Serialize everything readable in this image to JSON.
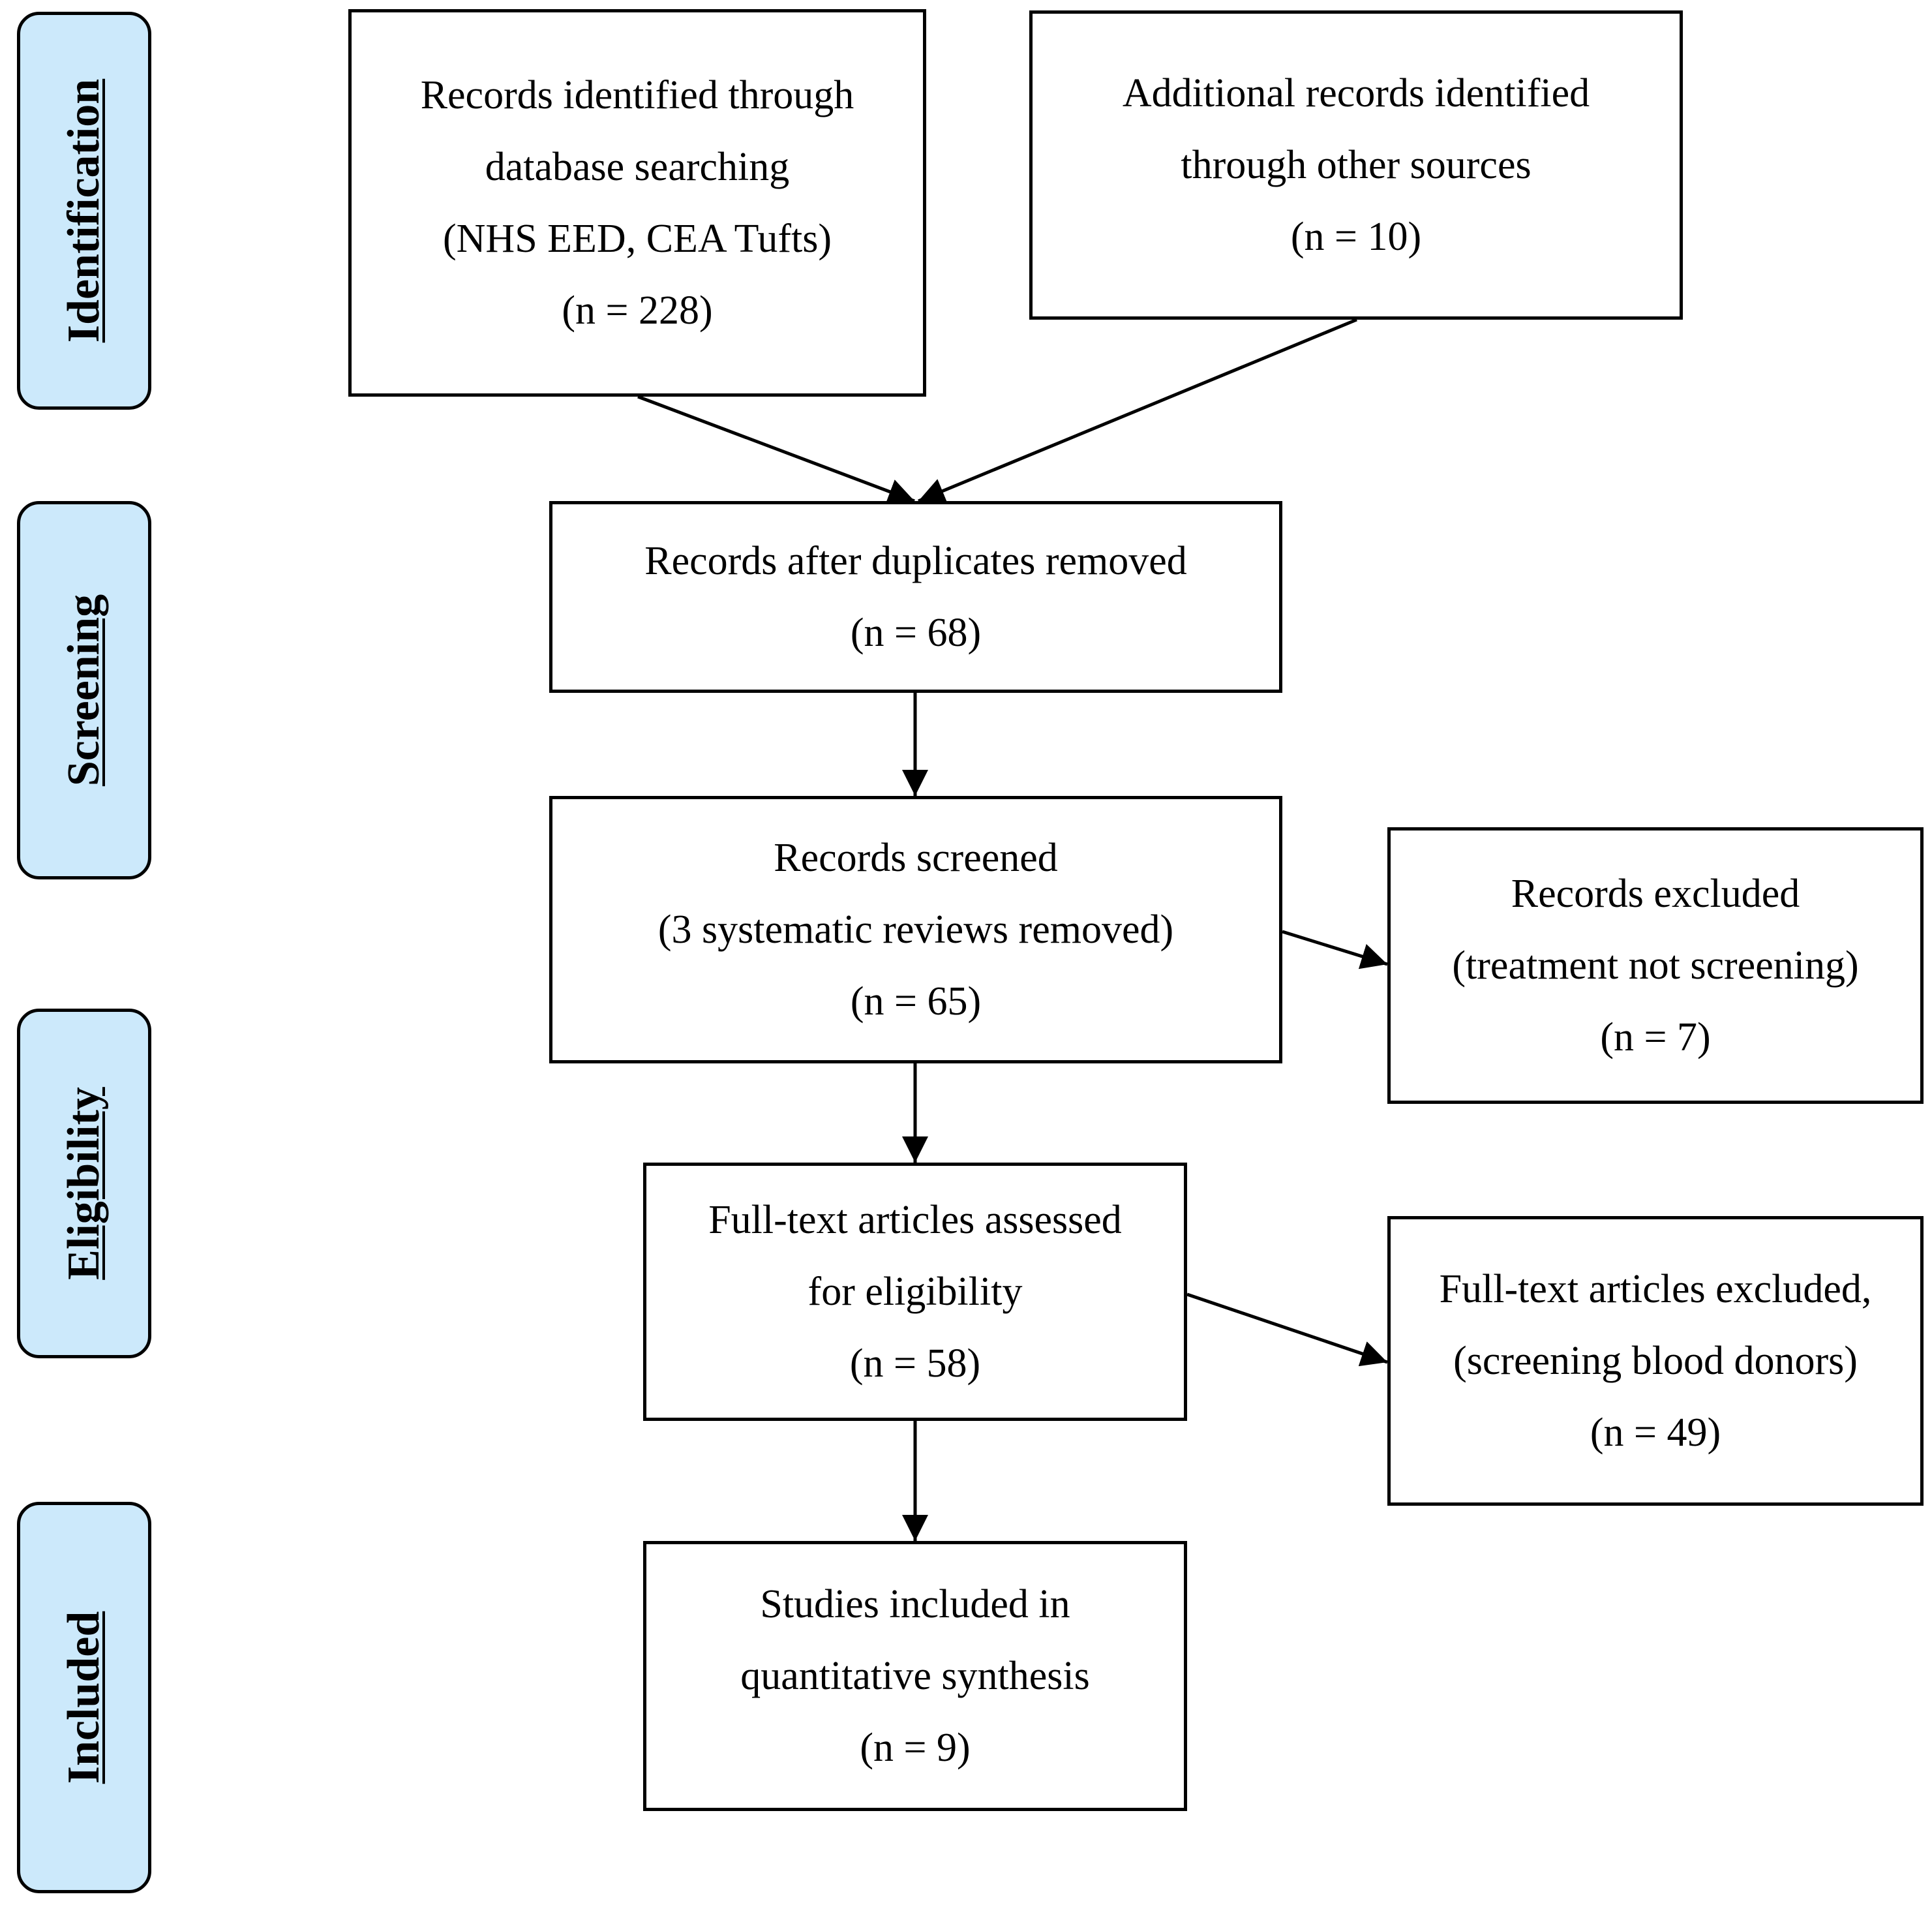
{
  "stages": {
    "identification": "Identification",
    "screening": "Screening",
    "eligibility": "Eligibility",
    "included": "Included"
  },
  "boxes": {
    "database_records": [
      "Records identified through",
      "database searching",
      "(NHS EED, CEA Tufts)",
      "(n = 228)"
    ],
    "other_records": [
      "Additional records identified",
      "through other sources",
      "(n = 10)"
    ],
    "after_duplicates": [
      "Records after duplicates removed",
      "(n = 68)"
    ],
    "screened": [
      "Records screened",
      "(3 systematic reviews removed)",
      "(n = 65)"
    ],
    "excluded": [
      "Records excluded",
      "(treatment not screening)",
      "(n = 7)"
    ],
    "full_text_assessed": [
      "Full-text articles assessed",
      "for eligibility",
      "(n = 58)"
    ],
    "full_text_excluded": [
      "Full-text articles excluded,",
      "(screening blood donors)",
      "(n = 49)"
    ],
    "included": [
      "Studies included in",
      "quantitative synthesis",
      "(n = 9)"
    ]
  }
}
